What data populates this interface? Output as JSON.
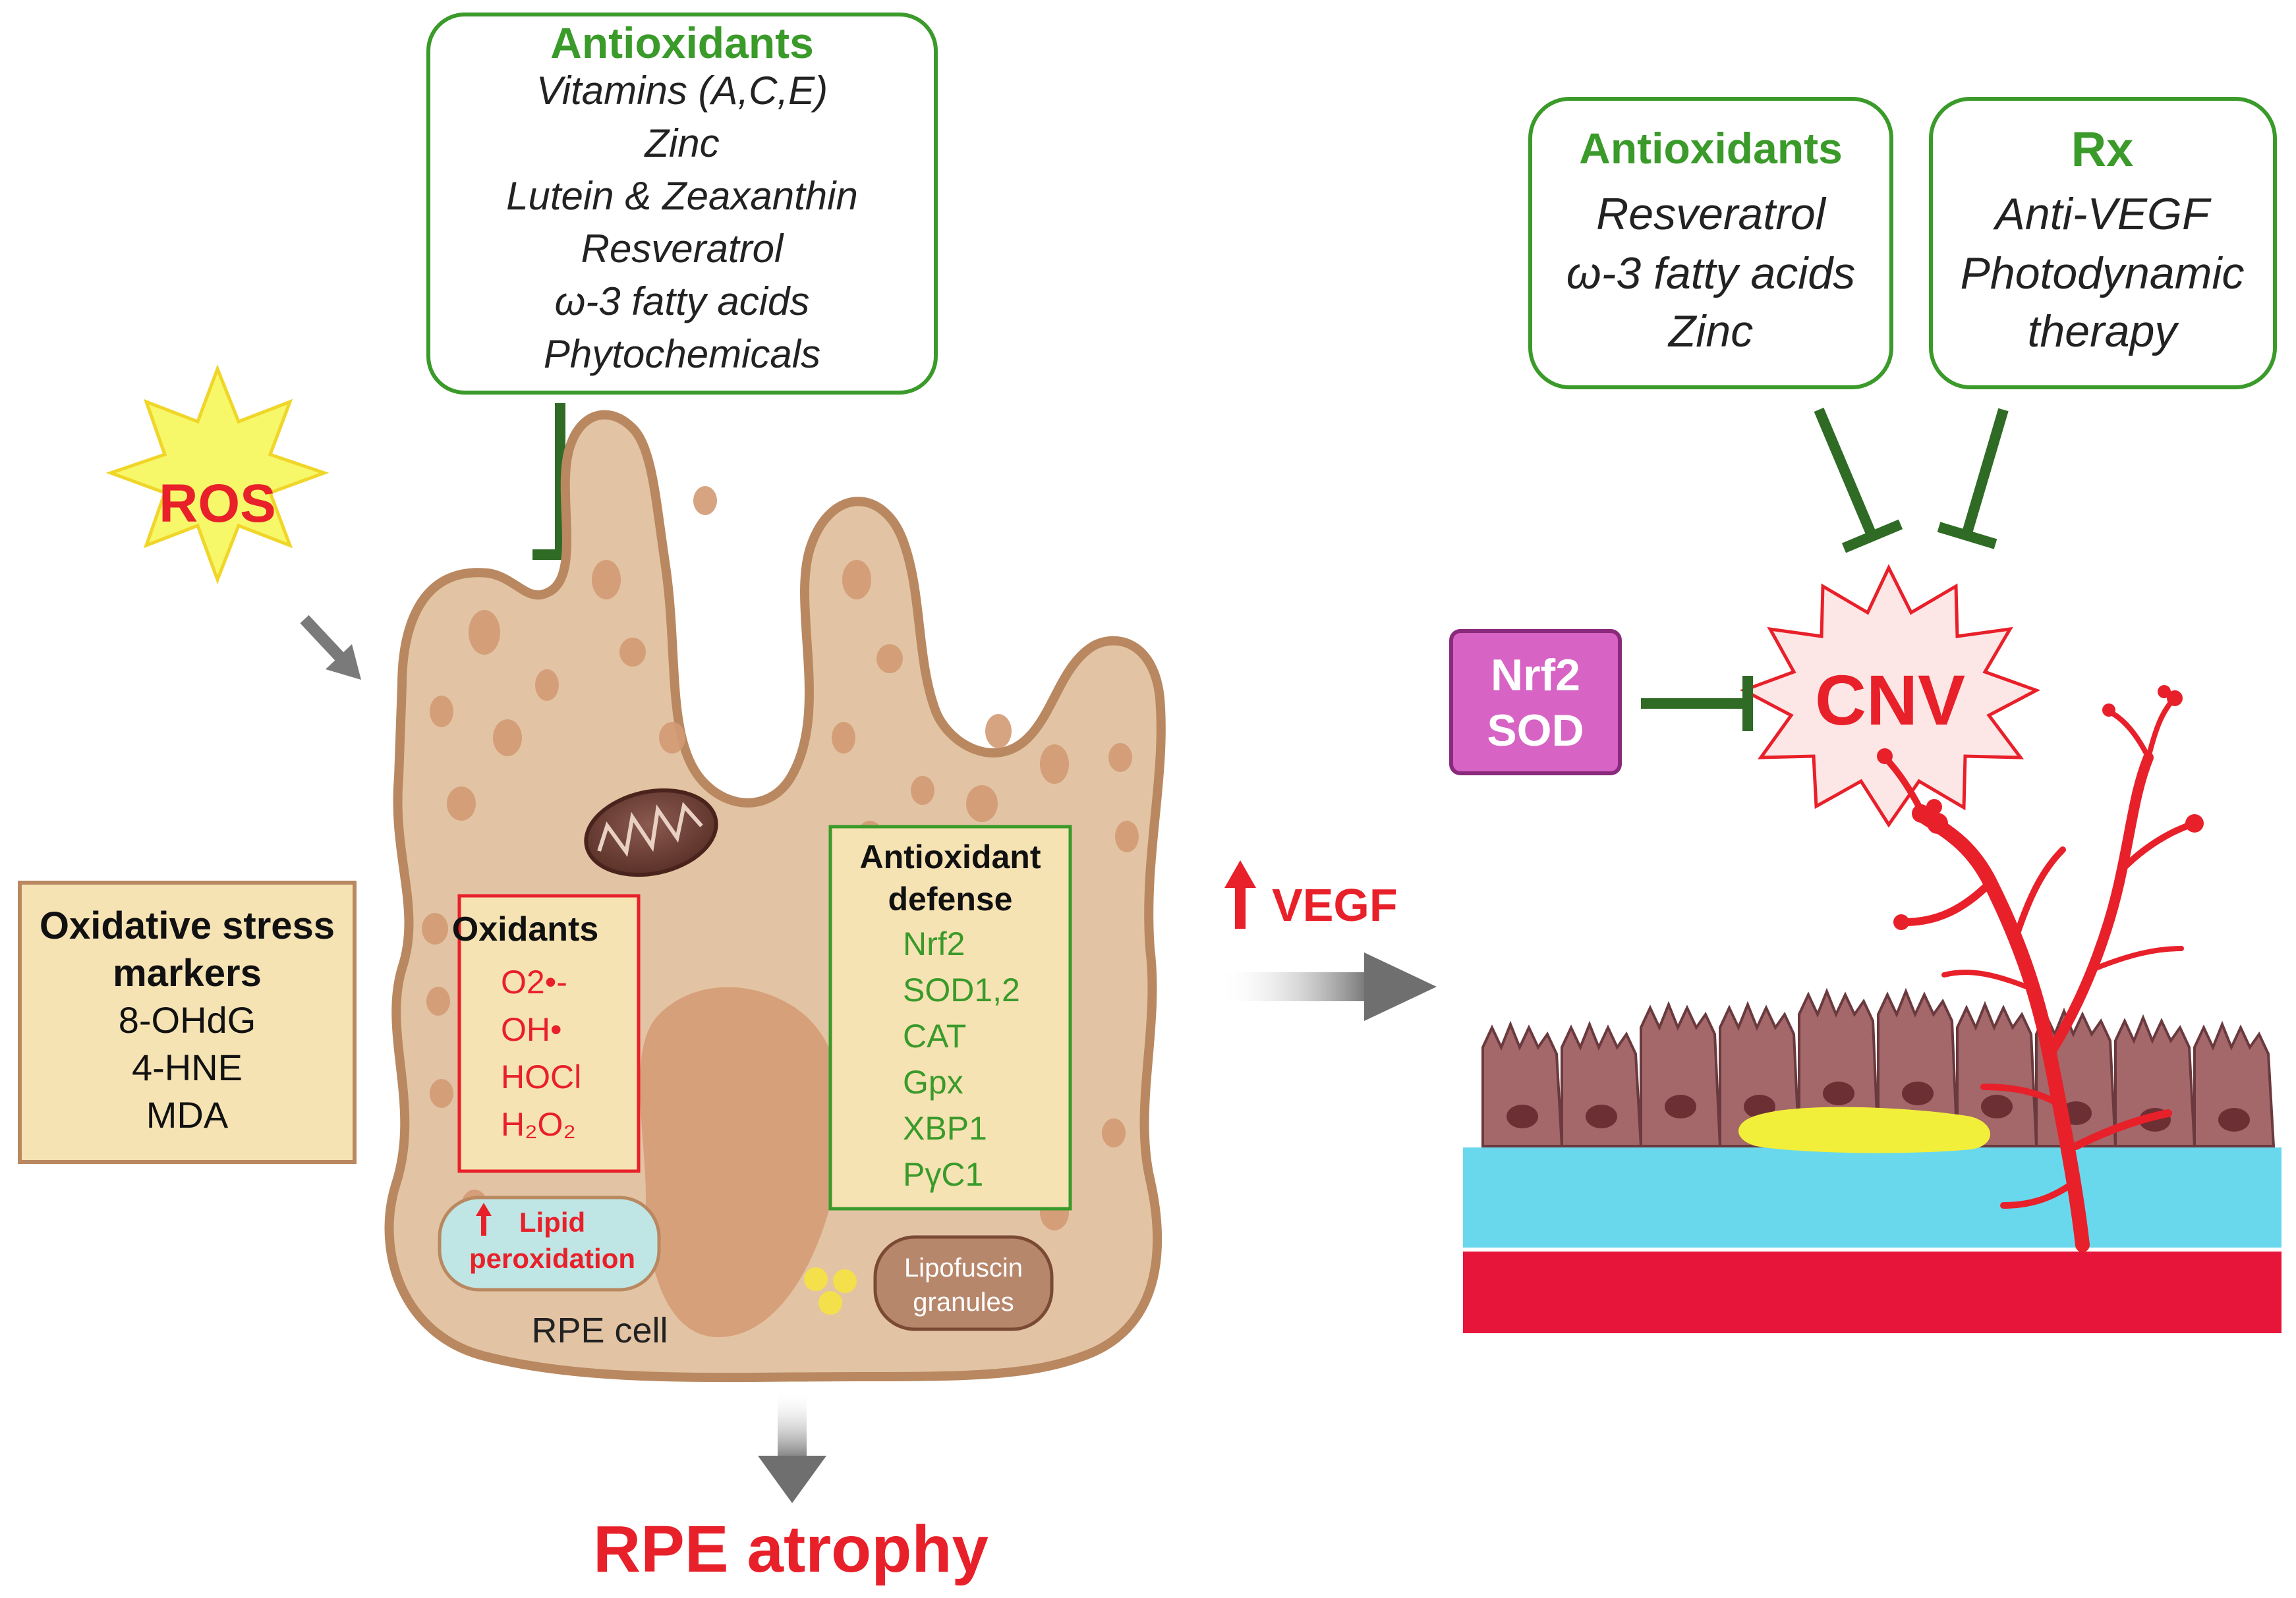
{
  "colors": {
    "green": "#3a9a2a",
    "dark_green": "#2f6b25",
    "red": "#e8202a",
    "grey_arrow": "#6f6f6f",
    "cell_fill": "#e2c4a4",
    "cell_border": "#b98860",
    "tan_box": "#f6e3b4",
    "magenta_box": "#d763c4",
    "cyan_layer": "#6ad8ec",
    "red_layer": "#e8153a",
    "yellow_blob": "#f2ef3a"
  },
  "antioxidants_top": {
    "title": "Antioxidants",
    "items": [
      "Vitamins (A,C,E)",
      "Zinc",
      "Lutein & Zeaxanthin",
      "Resveratrol",
      "ω-3 fatty acids",
      "Phytochemicals"
    ]
  },
  "antioxidants_right": {
    "title": "Antioxidants",
    "items": [
      "Resveratrol",
      "ω-3 fatty acids",
      "Zinc"
    ]
  },
  "rx": {
    "title": "Rx",
    "items": [
      "Anti-VEGF",
      "Photodynamic",
      "therapy"
    ]
  },
  "ros": "ROS",
  "cnv": "CNV",
  "nrf2_sod": [
    "Nrf2",
    "SOD"
  ],
  "vegf": "VEGF",
  "rpe_atrophy": "RPE atrophy",
  "rpe_cell": "RPE cell",
  "oxidative_markers": {
    "title": [
      "Oxidative stress",
      "markers"
    ],
    "items": [
      "8-OHdG",
      "4-HNE",
      "MDA"
    ]
  },
  "oxidants": {
    "title": "Oxidants",
    "items": [
      "O2•-",
      "OH•",
      "HOCl",
      "H₂O₂"
    ]
  },
  "antioxidant_defense": {
    "title": [
      "Antioxidant",
      "defense"
    ],
    "items": [
      "Nrf2",
      "SOD1,2",
      "CAT",
      "Gpx",
      "XBP1",
      "PγC1"
    ]
  },
  "lipid_peroxidation": [
    "Lipid",
    "peroxidation"
  ],
  "lipofuscin": [
    "Lipofuscin",
    "granules"
  ]
}
